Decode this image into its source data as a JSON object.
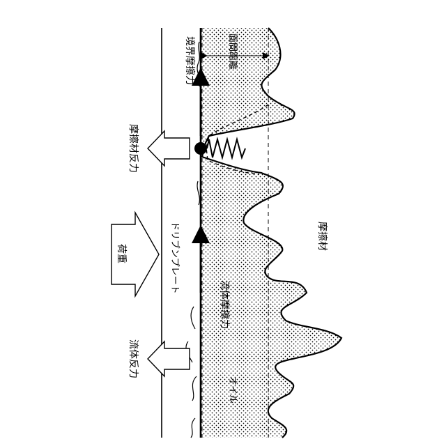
{
  "labels": {
    "boundary_friction": "境界摩擦力",
    "surface_distance": "面間距離",
    "friction_material_reaction": "摩擦材反力",
    "load": "荷重",
    "drive_plate": "ドリブンプレート",
    "fluid_friction": "流体摩擦力",
    "friction_material": "摩擦材",
    "fluid_reaction": "流体反力",
    "oil": "オイル"
  },
  "colors": {
    "ink": "#000000",
    "background": "#ffffff"
  },
  "icons": {
    "contact_point": "filled-circle",
    "spring": "zigzag-spring"
  }
}
